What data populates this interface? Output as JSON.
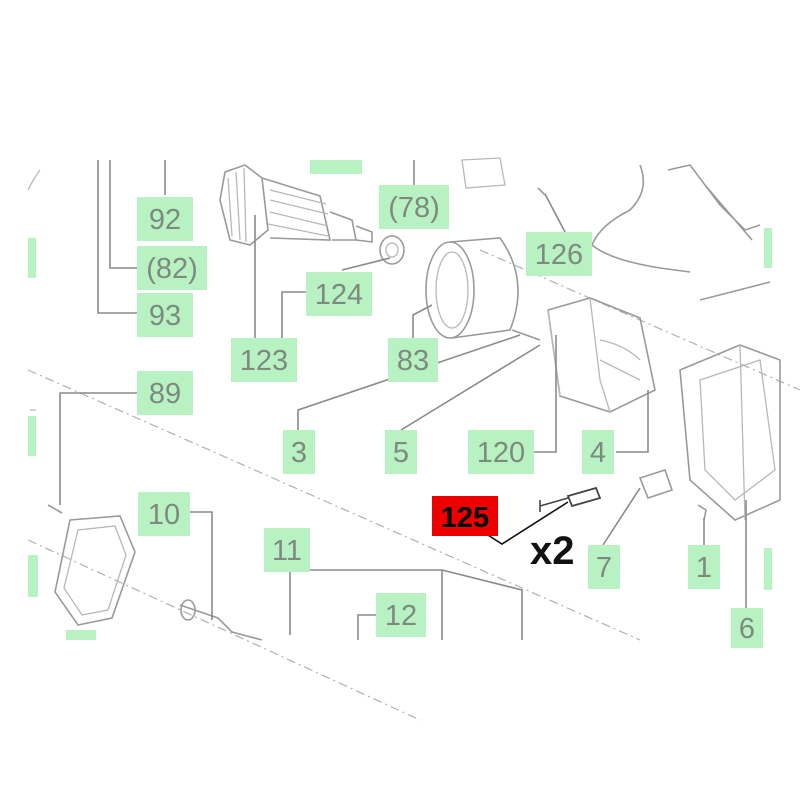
{
  "diagram": {
    "highlight": {
      "label": "125",
      "quantity": "x2"
    },
    "labels": [
      {
        "id": "92",
        "text": "92"
      },
      {
        "id": "82",
        "text": "(82)"
      },
      {
        "id": "93",
        "text": "93"
      },
      {
        "id": "78",
        "text": "(78)"
      },
      {
        "id": "126",
        "text": "126"
      },
      {
        "id": "124",
        "text": "124"
      },
      {
        "id": "123",
        "text": "123"
      },
      {
        "id": "83",
        "text": "83"
      },
      {
        "id": "89",
        "text": "89"
      },
      {
        "id": "3",
        "text": "3"
      },
      {
        "id": "5",
        "text": "5"
      },
      {
        "id": "120",
        "text": "120"
      },
      {
        "id": "4",
        "text": "4"
      },
      {
        "id": "10",
        "text": "10"
      },
      {
        "id": "11",
        "text": "11"
      },
      {
        "id": "12",
        "text": "12"
      },
      {
        "id": "7",
        "text": "7"
      },
      {
        "id": "1",
        "text": "1"
      },
      {
        "id": "6",
        "text": "6"
      }
    ]
  }
}
